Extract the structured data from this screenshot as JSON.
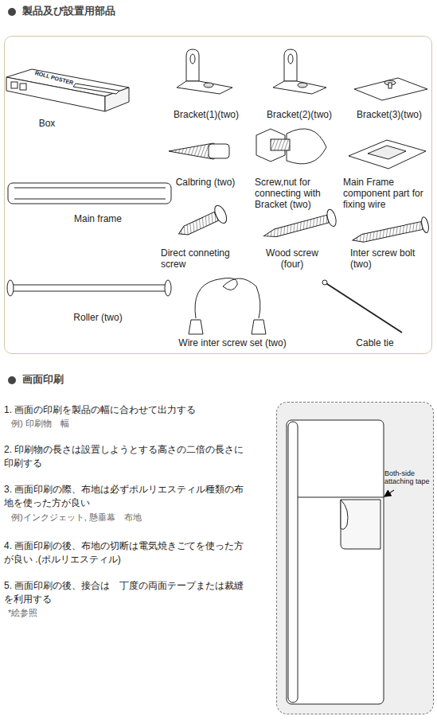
{
  "diagram": {
    "nodes": [
      {
        "text": [
          "Box",
          "Bracket(1)(two)",
          "Bracket(2)(two)",
          "Bracket(3)(two)",
          "Main frame",
          "Calbring (two)",
          "Screw,nut for connecting with Bracket (two)",
          "Main Frame component part for fixing wire",
          "Roller (two)",
          "Direct conneting screw",
          "Wood screw (four)",
          "Inter screw bolt (two)",
          "Wire inter screw set (two)",
          "Cable tie"
        ]
      },
      {
        "text": [
          "Both-side attaching tape"
        ]
      }
    ],
    "labels": [
      "製品及び設置用部品",
      "ROLL POSTER",
      "画面印刷",
      "1. 画面の印刷を製品の幅に合わせて出力する",
      "例) 印刷物　幅",
      "2. 印刷物の長さは設置しようとする高さの二倍の長さに印刷する",
      "3. 画面印刷の際、布地は必ずポルリエスティル種類の布地を使った方が良い",
      "例)インクジェット, 懸垂幕　布地",
      "4. 画面印刷の後、布地の切断は電気焼きごてを使った方が良い .(ポルリエスティル)",
      "5. 画面印刷の後、接合は　丁度の両面テープまたは裁縫を利用する",
      "*絵参照"
    ]
  }
}
